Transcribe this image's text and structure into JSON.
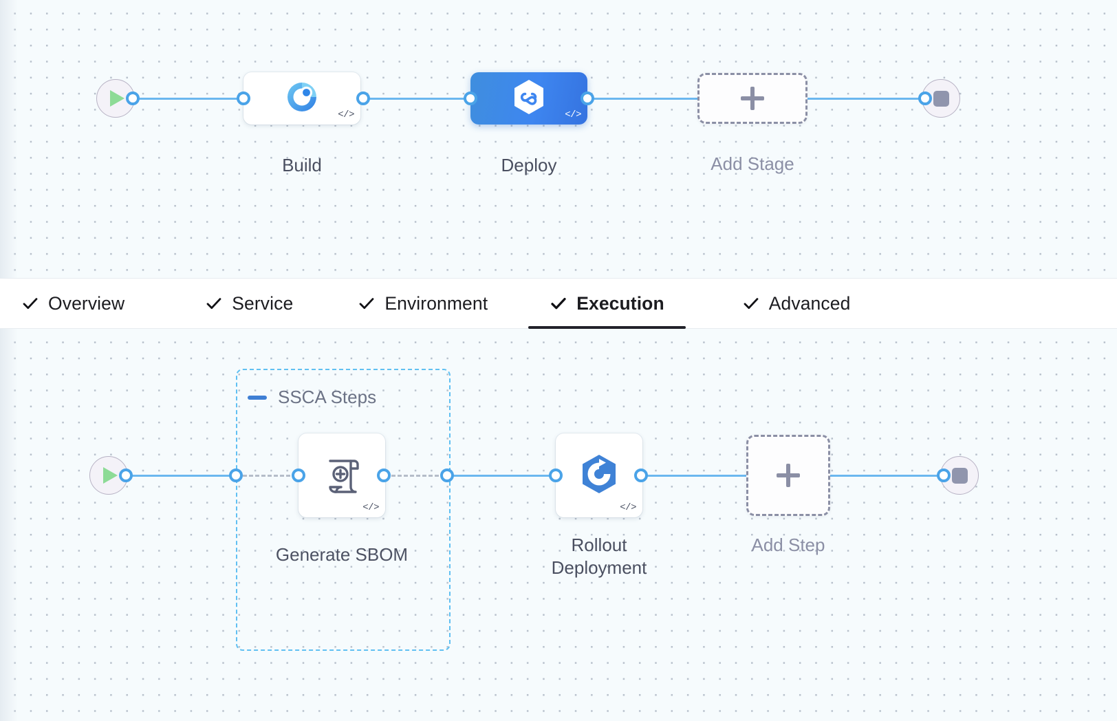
{
  "theme": {
    "canvas_bg": "#f6fbfd",
    "edge_color": "#6bb7ef",
    "port_color": "#4aa3e8",
    "selected_node_color": "#3e86f0",
    "group_border_color": "#60c0f2",
    "add_node_border": "#8b8fa5",
    "active_tab_underline": "#22222a",
    "start_icon_color": "#8ddb96",
    "stop_icon_color": "#9095ad"
  },
  "stage_graph": {
    "start_node": {
      "name": "pipeline-start",
      "icon": "play-icon"
    },
    "end_node": {
      "name": "pipeline-end",
      "icon": "stop-icon"
    },
    "nodes": [
      {
        "label": "Build",
        "icon": "build-target-icon",
        "code_tag": "</>",
        "selected": false
      },
      {
        "label": "Deploy",
        "icon": "harness-cd-hexagon-icon",
        "code_tag": "</>",
        "selected": true
      }
    ],
    "add_node": {
      "label": "Add Stage",
      "icon": "plus-icon"
    }
  },
  "tabs": [
    {
      "label": "Overview",
      "checked": true,
      "active": false
    },
    {
      "label": "Service",
      "checked": true,
      "active": false
    },
    {
      "label": "Environment",
      "checked": true,
      "active": false
    },
    {
      "label": "Execution",
      "checked": true,
      "active": true
    },
    {
      "label": "Advanced",
      "checked": true,
      "active": false
    }
  ],
  "step_graph": {
    "start_node": {
      "name": "execution-start",
      "icon": "play-icon"
    },
    "end_node": {
      "name": "execution-end",
      "icon": "stop-icon"
    },
    "group": {
      "title": "SSCA Steps",
      "collapse_icon": "minus-icon",
      "expanded": true
    },
    "nodes": [
      {
        "label": "Generate SBOM",
        "icon": "sbom-scroll-plus-icon",
        "code_tag": "</>",
        "in_group": true
      },
      {
        "label": "Rollout\nDeployment",
        "icon": "rollout-deployment-hexagon-icon",
        "code_tag": "</>",
        "in_group": false
      }
    ],
    "add_node": {
      "label": "Add Step",
      "icon": "plus-icon"
    }
  }
}
